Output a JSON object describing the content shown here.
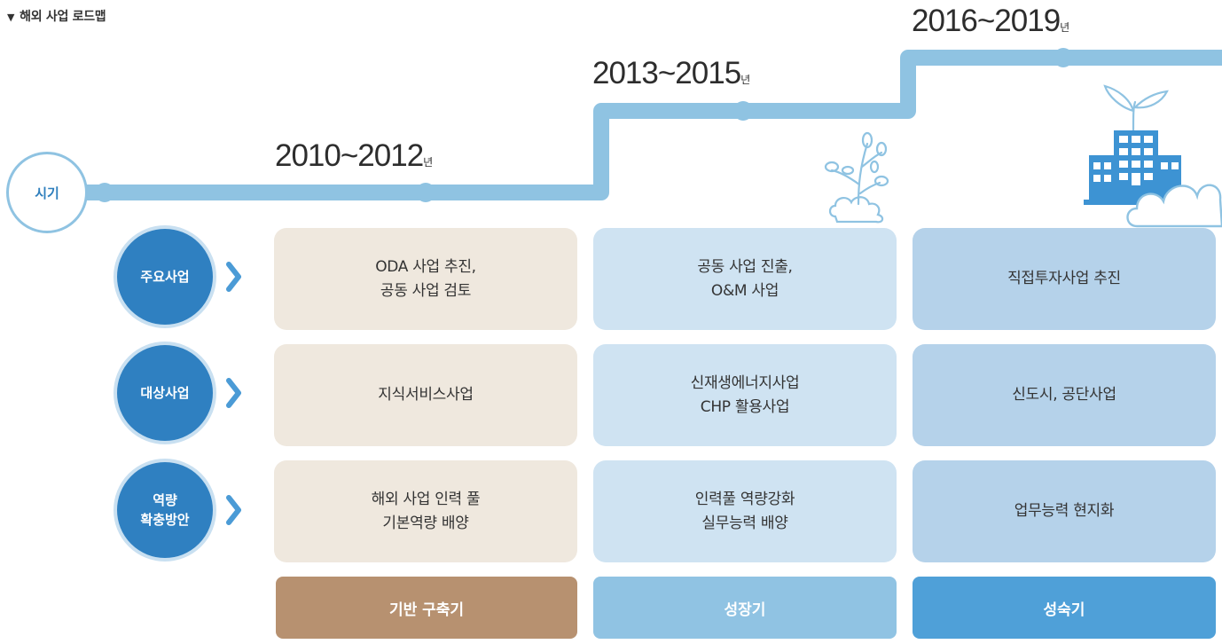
{
  "title": "해외 사업 로드맵",
  "title_marker": "▼",
  "era_label": "시기",
  "periods": [
    {
      "range": "2010~2012",
      "unit": "년"
    },
    {
      "range": "2013~2015",
      "unit": "년"
    },
    {
      "range": "2016~2019",
      "unit": "년"
    }
  ],
  "rows": [
    {
      "label_line1": "주요사업",
      "label_line2": "",
      "cells": [
        [
          "ODA 사업 추진,",
          "공동 사업 검토"
        ],
        [
          "공동 사업 진출,",
          "O&M 사업"
        ],
        [
          "직접투자사업 추진",
          ""
        ]
      ]
    },
    {
      "label_line1": "대상사업",
      "label_line2": "",
      "cells": [
        [
          "지식서비스사업",
          ""
        ],
        [
          "신재생에너지사업",
          "CHP 활용사업"
        ],
        [
          "신도시, 공단사업",
          ""
        ]
      ]
    },
    {
      "label_line1": "역량",
      "label_line2": "확충방안",
      "cells": [
        [
          "해외 사업 인력 풀",
          "기본역량 배양"
        ],
        [
          "인력풀 역량강화",
          "실무능력 배양"
        ],
        [
          "업무능력 현지화",
          ""
        ]
      ]
    }
  ],
  "stages": [
    "기반 구축기",
    "성장기",
    "성숙기"
  ],
  "colors": {
    "line": "#8fc3e2",
    "circle": "#2f80c1",
    "stage1": "#b79170",
    "stage2": "#90c3e3",
    "stage3": "#4fa0d8"
  },
  "icons": [
    "sprout-cloud-icon",
    "building-sprout-cloud-icon",
    "chevron-right-icon"
  ]
}
